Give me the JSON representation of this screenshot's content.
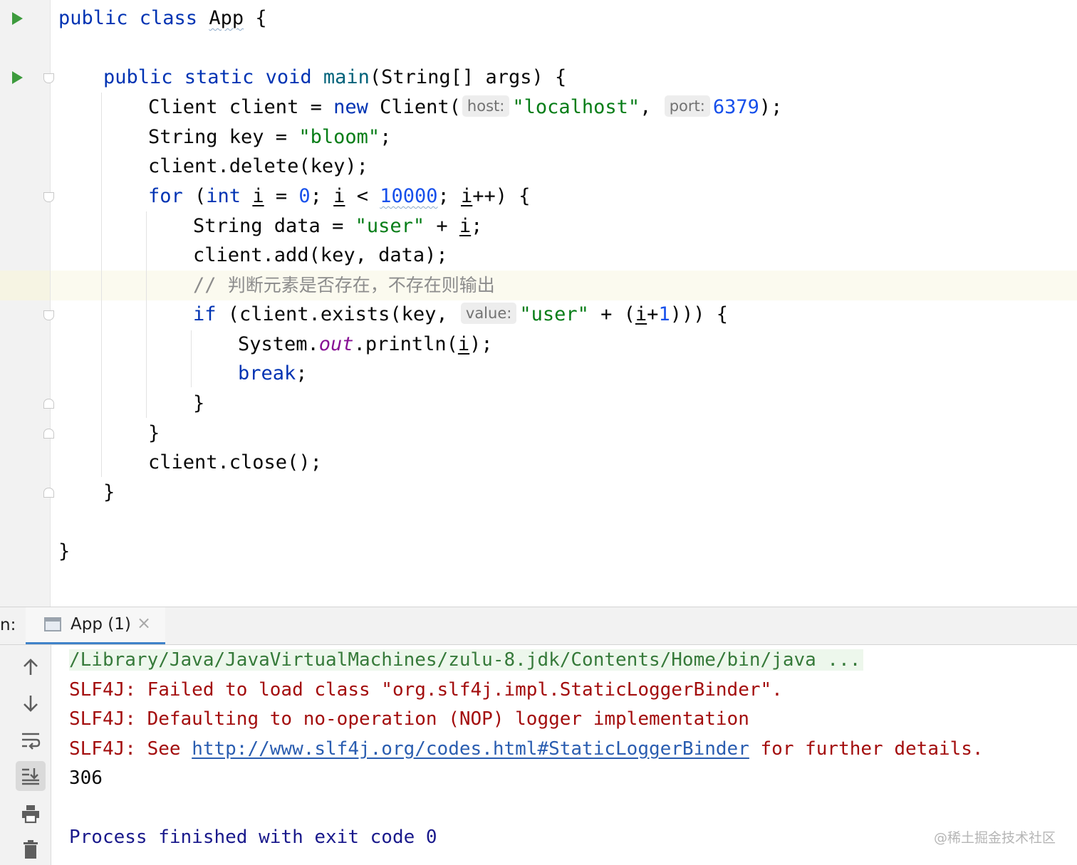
{
  "editor": {
    "lines": {
      "l1": {
        "t1": "public class ",
        "t2": "App",
        "t3": " {"
      },
      "l3": {
        "t1": "public static void ",
        "t2": "main",
        "t3": "(String[] args) {"
      },
      "l4": {
        "t1": "Client client = ",
        "t2": "new",
        "t3": " Client(",
        "hint1": "host:",
        "t4": "\"localhost\"",
        "t5": ",",
        "hint2": "port:",
        "t6": "6379",
        "t7": ");"
      },
      "l5": {
        "t1": "String key = ",
        "t2": "\"bloom\"",
        "t3": ";"
      },
      "l6": {
        "t1": "client.delete(key);"
      },
      "l7": {
        "t1": "for",
        "t2": " (",
        "t3": "int",
        "t4": " ",
        "t5": "i",
        "t6": " = ",
        "t7": "0",
        "t8": "; ",
        "t9": "i",
        "t10": " < ",
        "t11": "10000",
        "t12": "; ",
        "t13": "i",
        "t14": "++) {"
      },
      "l8": {
        "t1": "String data = ",
        "t2": "\"user\"",
        "t3": " + ",
        "t4": "i",
        "t5": ";"
      },
      "l9": {
        "t1": "client.add(key, data);"
      },
      "l10": {
        "t1": "// ",
        "t2": "判断元素是否存在，不存在则输出"
      },
      "l11": {
        "t1": "if",
        "t2": " (client.exists(key, ",
        "hint1": "value:",
        "t3": "\"user\"",
        "t4": " + (",
        "t5": "i",
        "t6": "+",
        "t7": "1",
        "t8": "))) {"
      },
      "l12": {
        "t1": "System.",
        "t2": "out",
        "t3": ".println(",
        "t4": "i",
        "t5": ");"
      },
      "l13": {
        "t1": "break",
        "t2": ";"
      },
      "l14": {
        "t1": "}"
      },
      "l15": {
        "t1": "}"
      },
      "l16": {
        "t1": "client.close();"
      },
      "l17": {
        "t1": "}"
      },
      "l19": {
        "t1": "}"
      }
    }
  },
  "run_panel": {
    "label": "n:",
    "tab_label": "App (1)",
    "tab_close": "×"
  },
  "console": {
    "cmd": "/Library/Java/JavaVirtualMachines/zulu-8.jdk/Contents/Home/bin/java ...",
    "err1": "SLF4J: Failed to load class \"org.slf4j.impl.StaticLoggerBinder\".",
    "err2": "SLF4J: Defaulting to no-operation (NOP) logger implementation",
    "err3_pre": "SLF4J: See ",
    "err3_link": "http://www.slf4j.org/codes.html#StaticLoggerBinder",
    "err3_post": " for further details.",
    "output": "306",
    "exit": "Process finished with exit code 0"
  },
  "watermark": "@稀土掘金技术社区",
  "colors": {
    "keyword": "#0033b3",
    "string": "#067d17",
    "number": "#1750eb",
    "error": "#a30d0d",
    "run_icon": "#3d9b3d"
  }
}
